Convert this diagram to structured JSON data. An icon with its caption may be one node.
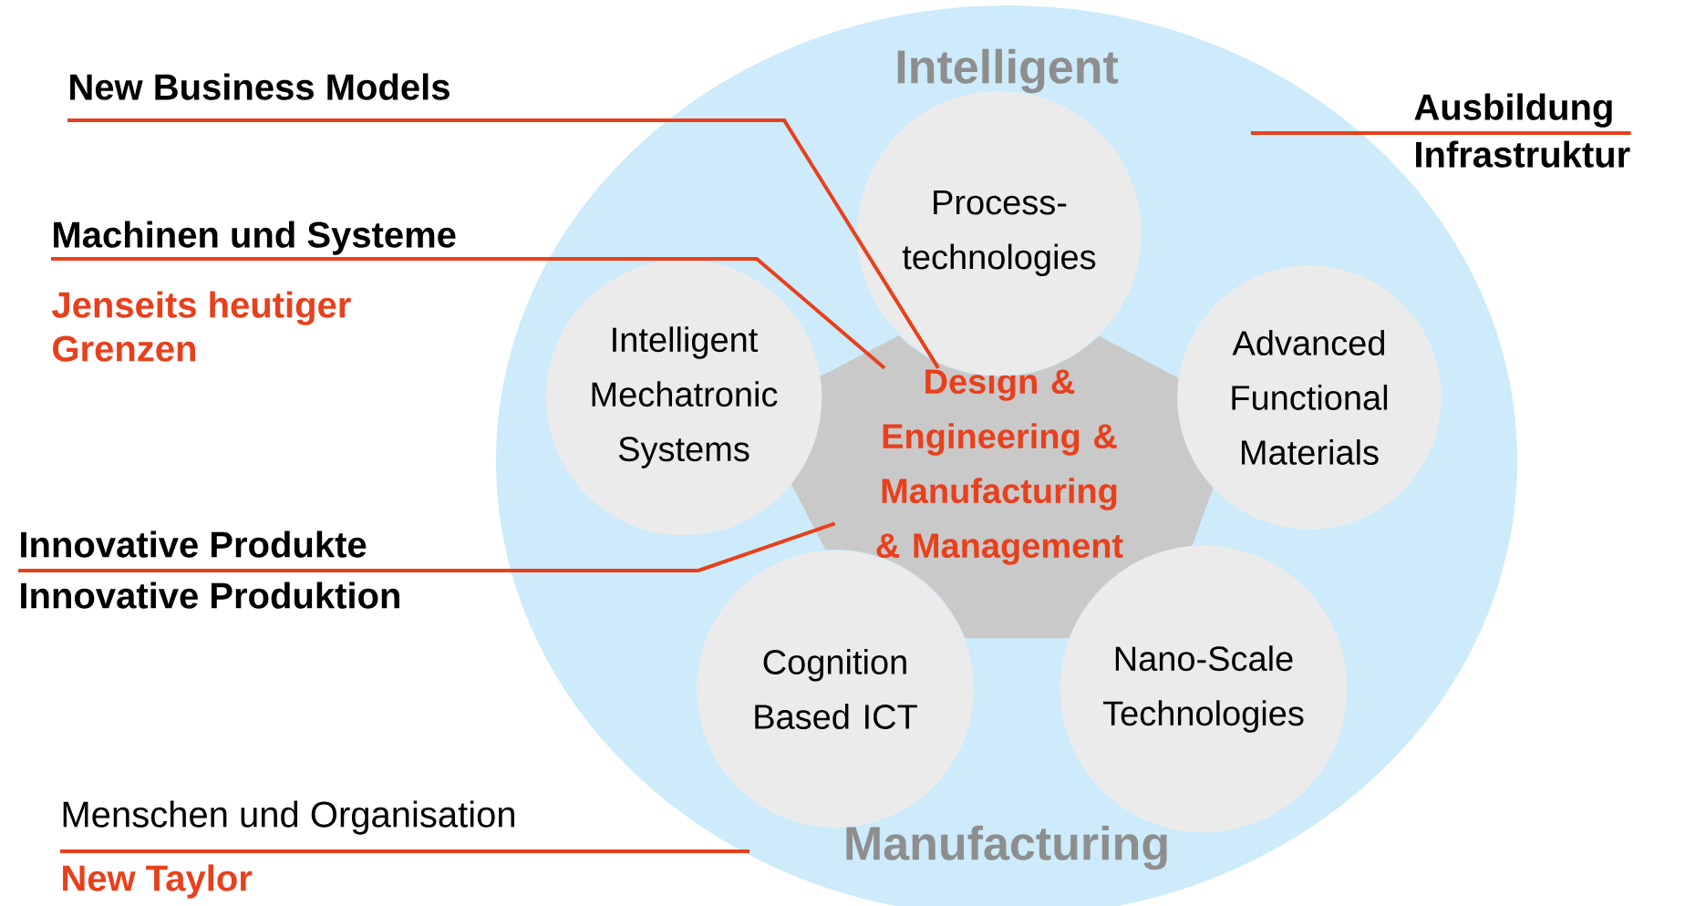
{
  "diagram": {
    "nodes": [
      {
        "text": [
          "Intelligent",
          "Manufacturing"
        ]
      },
      {
        "text": [
          "Design & Engineering & Manufacturing & Management"
        ],
        "in": 0
      },
      {
        "text": [
          "Process-technologies"
        ],
        "in": 0
      },
      {
        "text": [
          "Advanced Functional Materials"
        ],
        "in": 0
      },
      {
        "text": [
          "Nano-Scale Technologies"
        ],
        "in": 0
      },
      {
        "text": [
          "Cognition Based ICT"
        ],
        "in": 0
      },
      {
        "text": [
          "Intelligent Mechatronic Systems"
        ],
        "in": 0
      },
      {
        "text": [
          "New Business Models"
        ]
      },
      {
        "text": [
          "Machinen und Systeme",
          "Jenseits heutiger Grenzen"
        ]
      },
      {
        "text": [
          "Innovative Produkte",
          "Innovative Produktion"
        ]
      },
      {
        "text": [
          "Menschen und Organisation",
          "New Taylor"
        ]
      },
      {
        "text": [
          "Ausbildung",
          "Infrastruktur"
        ]
      }
    ],
    "edges": [
      {
        "from": 7,
        "to": 1,
        "arrow": "none"
      },
      {
        "from": 8,
        "to": 1,
        "arrow": "none"
      },
      {
        "from": 9,
        "to": 1,
        "arrow": "none"
      },
      {
        "from": 10,
        "to": 0,
        "arrow": "none"
      },
      {
        "from": 11,
        "to": 0,
        "arrow": "none"
      }
    ]
  }
}
